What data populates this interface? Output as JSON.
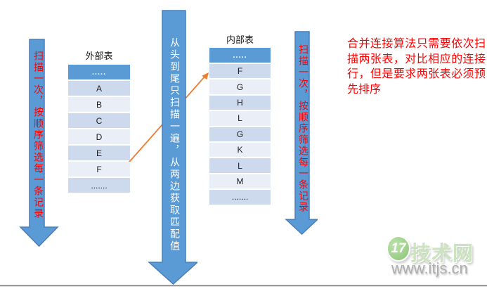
{
  "colors": {
    "arrow_fill": "#5b9bd5",
    "arrow_border": "#4a7dba",
    "table_header_fill": "#5b9bd5",
    "row_band_dark": "#cdd9ec",
    "row_band_light": "#e9eef7",
    "connector_orange": "#ed7d31",
    "note_red": "#ff0000"
  },
  "left_arrow": {
    "label": "扫描一次，按顺序筛选每一条记录"
  },
  "middle_arrow": {
    "label": "从头到尾只扫描一遍，从两边获取匹配值"
  },
  "right_arrow": {
    "label": "扫描一次，按顺序筛选每一条记录"
  },
  "outer_table": {
    "title": "外部表",
    "header": ".....",
    "rows": [
      "A",
      "B",
      "C",
      "D",
      "E",
      "F",
      "......."
    ]
  },
  "inner_table": {
    "title": "内部表",
    "header": ".....",
    "rows": [
      "F",
      "G",
      "H",
      "L",
      "G",
      "K",
      "L",
      "M",
      "......."
    ]
  },
  "note": {
    "text": "合并连接算法只需要依次扫描两张表，对比相应的连接行，但是要求两张表必须预先排序"
  },
  "watermark": {
    "logo_text": "17",
    "site_name": "技术网",
    "url": "www.itjs.cn"
  }
}
